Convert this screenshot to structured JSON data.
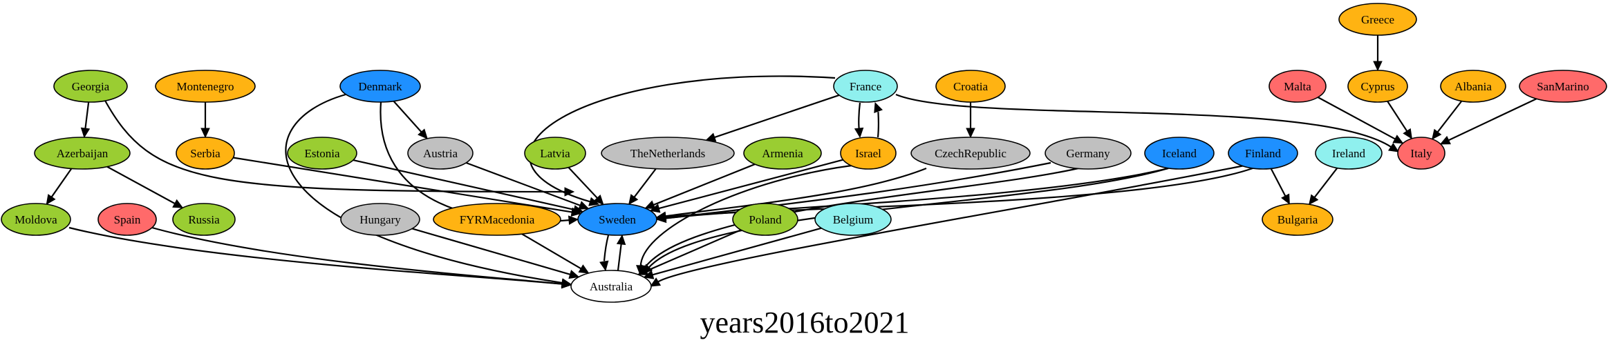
{
  "title": "years2016to2021",
  "colors": {
    "green": "#9acd32",
    "orange": "#ffb312",
    "blue": "#1e90ff",
    "gray": "#c0c0c0",
    "red": "#ff6a6a",
    "cyan": "#8ff0ee",
    "white": "#ffffff"
  },
  "nodes": [
    {
      "id": "Greece",
      "label": "Greece",
      "color": "orange"
    },
    {
      "id": "Georgia",
      "label": "Georgia",
      "color": "green"
    },
    {
      "id": "Montenegro",
      "label": "Montenegro",
      "color": "orange"
    },
    {
      "id": "Denmark",
      "label": "Denmark",
      "color": "blue"
    },
    {
      "id": "France",
      "label": "France",
      "color": "cyan"
    },
    {
      "id": "Croatia",
      "label": "Croatia",
      "color": "orange"
    },
    {
      "id": "Malta",
      "label": "Malta",
      "color": "red"
    },
    {
      "id": "Cyprus",
      "label": "Cyprus",
      "color": "orange"
    },
    {
      "id": "Albania",
      "label": "Albania",
      "color": "orange"
    },
    {
      "id": "SanMarino",
      "label": "SanMarino",
      "color": "red"
    },
    {
      "id": "Azerbaijan",
      "label": "Azerbaijan",
      "color": "green"
    },
    {
      "id": "Serbia",
      "label": "Serbia",
      "color": "orange"
    },
    {
      "id": "Estonia",
      "label": "Estonia",
      "color": "green"
    },
    {
      "id": "Austria",
      "label": "Austria",
      "color": "gray"
    },
    {
      "id": "Latvia",
      "label": "Latvia",
      "color": "green"
    },
    {
      "id": "TheNetherlands",
      "label": "TheNetherlands",
      "color": "gray"
    },
    {
      "id": "Armenia",
      "label": "Armenia",
      "color": "green"
    },
    {
      "id": "Israel",
      "label": "Israel",
      "color": "orange"
    },
    {
      "id": "CzechRepublic",
      "label": "CzechRepublic",
      "color": "gray"
    },
    {
      "id": "Germany",
      "label": "Germany",
      "color": "gray"
    },
    {
      "id": "Iceland",
      "label": "Iceland",
      "color": "blue"
    },
    {
      "id": "Finland",
      "label": "Finland",
      "color": "blue"
    },
    {
      "id": "Ireland",
      "label": "Ireland",
      "color": "cyan"
    },
    {
      "id": "Italy",
      "label": "Italy",
      "color": "red"
    },
    {
      "id": "Moldova",
      "label": "Moldova",
      "color": "green"
    },
    {
      "id": "Spain",
      "label": "Spain",
      "color": "red"
    },
    {
      "id": "Russia",
      "label": "Russia",
      "color": "green"
    },
    {
      "id": "Hungary",
      "label": "Hungary",
      "color": "gray"
    },
    {
      "id": "FYRMacedonia",
      "label": "FYRMacedonia",
      "color": "orange"
    },
    {
      "id": "Sweden",
      "label": "Sweden",
      "color": "blue"
    },
    {
      "id": "Poland",
      "label": "Poland",
      "color": "green"
    },
    {
      "id": "Belgium",
      "label": "Belgium",
      "color": "cyan"
    },
    {
      "id": "Bulgaria",
      "label": "Bulgaria",
      "color": "orange"
    },
    {
      "id": "Australia",
      "label": "Australia",
      "color": "white"
    }
  ],
  "edges": [
    {
      "from": "Greece",
      "to": "Cyprus"
    },
    {
      "from": "Georgia",
      "to": "Azerbaijan"
    },
    {
      "from": "Georgia",
      "to": "Sweden"
    },
    {
      "from": "Montenegro",
      "to": "Serbia"
    },
    {
      "from": "Denmark",
      "to": "Austria"
    },
    {
      "from": "Denmark",
      "to": "Sweden"
    },
    {
      "from": "Denmark",
      "to": "Australia"
    },
    {
      "from": "France",
      "to": "TheNetherlands"
    },
    {
      "from": "France",
      "to": "Israel"
    },
    {
      "from": "France",
      "to": "Sweden"
    },
    {
      "from": "France",
      "to": "Italy"
    },
    {
      "from": "Croatia",
      "to": "CzechRepublic"
    },
    {
      "from": "Malta",
      "to": "Italy"
    },
    {
      "from": "Cyprus",
      "to": "Italy"
    },
    {
      "from": "Albania",
      "to": "Italy"
    },
    {
      "from": "SanMarino",
      "to": "Italy"
    },
    {
      "from": "Azerbaijan",
      "to": "Moldova"
    },
    {
      "from": "Azerbaijan",
      "to": "Russia"
    },
    {
      "from": "Serbia",
      "to": "Sweden"
    },
    {
      "from": "Estonia",
      "to": "Sweden"
    },
    {
      "from": "Austria",
      "to": "Sweden"
    },
    {
      "from": "Latvia",
      "to": "Sweden"
    },
    {
      "from": "TheNetherlands",
      "to": "Sweden"
    },
    {
      "from": "Armenia",
      "to": "Sweden"
    },
    {
      "from": "Israel",
      "to": "France"
    },
    {
      "from": "Israel",
      "to": "Sweden"
    },
    {
      "from": "Israel",
      "to": "Australia"
    },
    {
      "from": "CzechRepublic",
      "to": "Sweden"
    },
    {
      "from": "Germany",
      "to": "Sweden"
    },
    {
      "from": "Germany",
      "to": "Australia"
    },
    {
      "from": "Iceland",
      "to": "Sweden"
    },
    {
      "from": "Iceland",
      "to": "Australia"
    },
    {
      "from": "Finland",
      "to": "Sweden"
    },
    {
      "from": "Finland",
      "to": "Bulgaria"
    },
    {
      "from": "Finland",
      "to": "Australia"
    },
    {
      "from": "Ireland",
      "to": "Bulgaria"
    },
    {
      "from": "Moldova",
      "to": "Australia"
    },
    {
      "from": "Spain",
      "to": "Australia"
    },
    {
      "from": "Hungary",
      "to": "Australia"
    },
    {
      "from": "FYRMacedonia",
      "to": "Australia"
    },
    {
      "from": "Sweden",
      "to": "Australia"
    },
    {
      "from": "Australia",
      "to": "Sweden"
    },
    {
      "from": "Poland",
      "to": "Australia"
    },
    {
      "from": "Belgium",
      "to": "Australia"
    }
  ]
}
